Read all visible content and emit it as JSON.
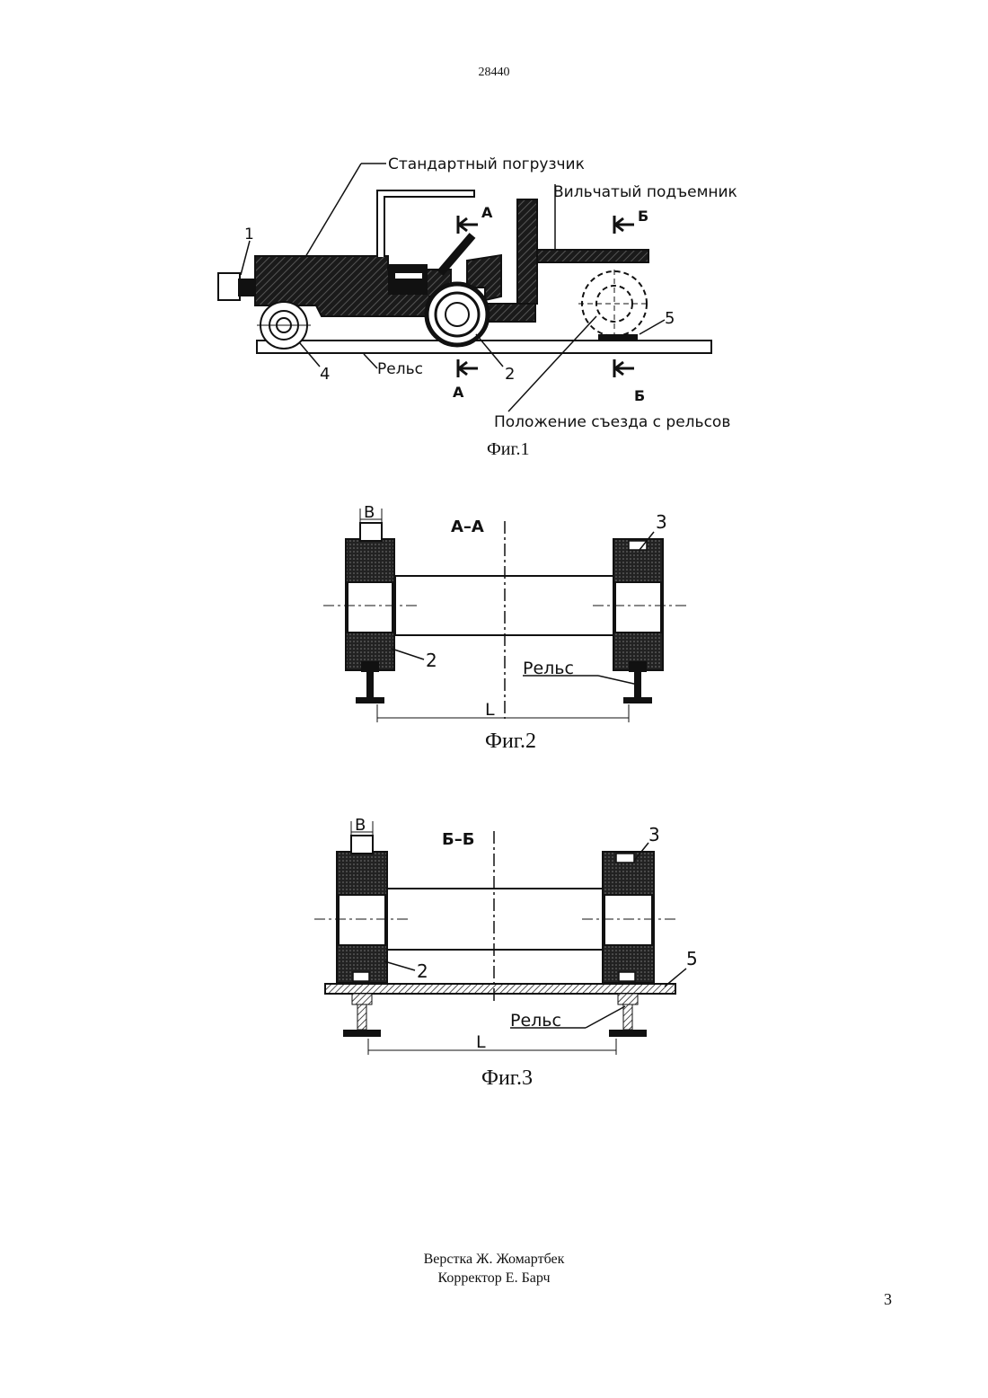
{
  "header": {
    "doc_number": "28440"
  },
  "fig1": {
    "caption": "Фиг.1",
    "labels": {
      "standard_loader": "Стандартный погрузчик",
      "fork_lift": "Вильчатый подъемник",
      "rail": "Рельс",
      "derail_position": "Положение съезда с рельсов",
      "n1": "1",
      "n2": "2",
      "n4": "4",
      "n5": "5",
      "sec_a_top": "А",
      "sec_a_bot": "А",
      "sec_b_top": "Б",
      "sec_b_bot": "Б"
    }
  },
  "fig2": {
    "caption": "Фиг.2",
    "section_title": "А–А",
    "labels": {
      "b": "B",
      "n3": "3",
      "n2": "2",
      "rail": "Рельс",
      "l": "L"
    }
  },
  "fig3": {
    "caption": "Фиг.3",
    "section_title": "Б–Б",
    "labels": {
      "b": "B",
      "n3": "3",
      "n2": "2",
      "n5": "5",
      "rail": "Рельс",
      "l": "L"
    }
  },
  "footer": {
    "credit_layout": "Верстка Ж. Жомартбек",
    "credit_corrector": "Корректор Е. Барч",
    "page_number": "3"
  }
}
